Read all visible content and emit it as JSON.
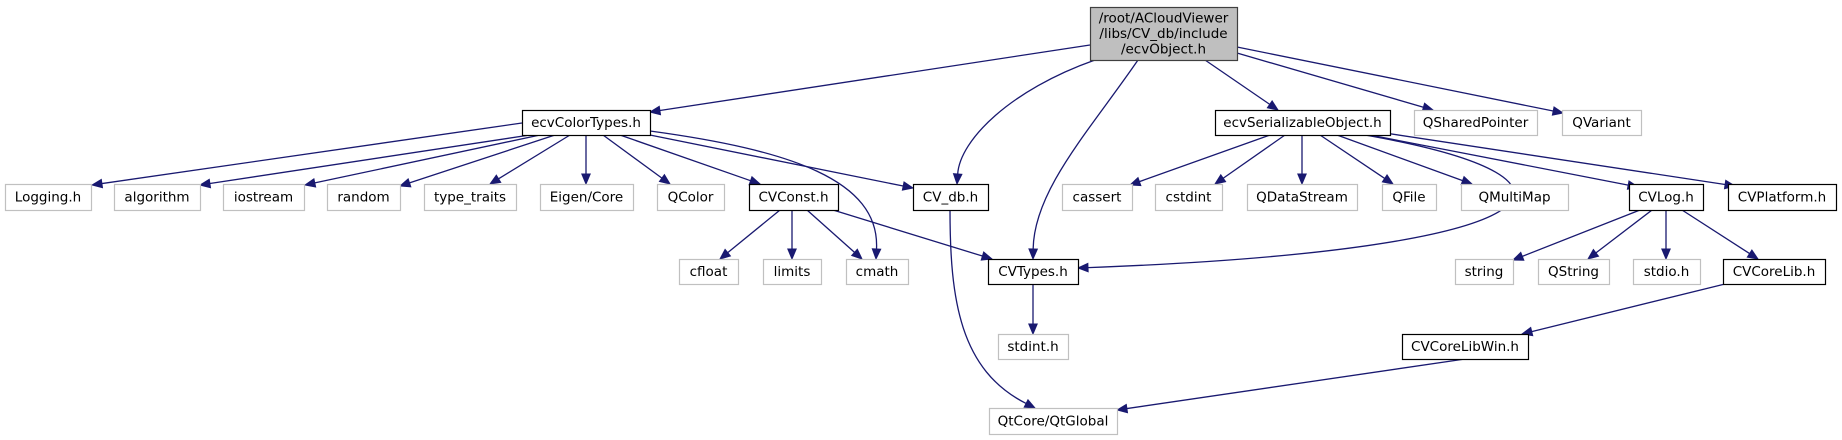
{
  "diagram": {
    "type": "include-dependency-graph",
    "colors": {
      "edge": "#191970",
      "root_fill": "#bfbfbf",
      "root_border": "#404040",
      "local_border": "#000000",
      "external_border": "#c0c0c0"
    },
    "nodes": [
      {
        "id": "root",
        "kind": "root",
        "lines": [
          "/root/ACloudViewer",
          "/libs/CV_db/include",
          "/ecvObject.h"
        ]
      },
      {
        "id": "ecvColorTypes",
        "kind": "local",
        "lines": [
          "ecvColorTypes.h"
        ]
      },
      {
        "id": "ecvSerializableObject",
        "kind": "local",
        "lines": [
          "ecvSerializableObject.h"
        ]
      },
      {
        "id": "QSharedPointer",
        "kind": "external",
        "lines": [
          "QSharedPointer"
        ]
      },
      {
        "id": "QVariant",
        "kind": "external",
        "lines": [
          "QVariant"
        ]
      },
      {
        "id": "Logging",
        "kind": "external",
        "lines": [
          "Logging.h"
        ]
      },
      {
        "id": "algorithm",
        "kind": "external",
        "lines": [
          "algorithm"
        ]
      },
      {
        "id": "iostream",
        "kind": "external",
        "lines": [
          "iostream"
        ]
      },
      {
        "id": "random",
        "kind": "external",
        "lines": [
          "random"
        ]
      },
      {
        "id": "type_traits",
        "kind": "external",
        "lines": [
          "type_traits"
        ]
      },
      {
        "id": "EigenCore",
        "kind": "external",
        "lines": [
          "Eigen/Core"
        ]
      },
      {
        "id": "QColor",
        "kind": "external",
        "lines": [
          "QColor"
        ]
      },
      {
        "id": "CVConst",
        "kind": "local",
        "lines": [
          "CVConst.h"
        ]
      },
      {
        "id": "CV_db",
        "kind": "local",
        "lines": [
          "CV_db.h"
        ]
      },
      {
        "id": "cassert",
        "kind": "external",
        "lines": [
          "cassert"
        ]
      },
      {
        "id": "cstdint",
        "kind": "external",
        "lines": [
          "cstdint"
        ]
      },
      {
        "id": "QDataStream",
        "kind": "external",
        "lines": [
          "QDataStream"
        ]
      },
      {
        "id": "QFile",
        "kind": "external",
        "lines": [
          "QFile"
        ]
      },
      {
        "id": "QMultiMap",
        "kind": "external",
        "lines": [
          "QMultiMap"
        ]
      },
      {
        "id": "CVLog",
        "kind": "local",
        "lines": [
          "CVLog.h"
        ]
      },
      {
        "id": "CVPlatform",
        "kind": "local",
        "lines": [
          "CVPlatform.h"
        ]
      },
      {
        "id": "cfloat",
        "kind": "external",
        "lines": [
          "cfloat"
        ]
      },
      {
        "id": "limits",
        "kind": "external",
        "lines": [
          "limits"
        ]
      },
      {
        "id": "cmath",
        "kind": "external",
        "lines": [
          "cmath"
        ]
      },
      {
        "id": "CVTypes",
        "kind": "local",
        "lines": [
          "CVTypes.h"
        ]
      },
      {
        "id": "string",
        "kind": "external",
        "lines": [
          "string"
        ]
      },
      {
        "id": "QString",
        "kind": "external",
        "lines": [
          "QString"
        ]
      },
      {
        "id": "stdio",
        "kind": "external",
        "lines": [
          "stdio.h"
        ]
      },
      {
        "id": "CVCoreLib",
        "kind": "local",
        "lines": [
          "CVCoreLib.h"
        ]
      },
      {
        "id": "stdint",
        "kind": "external",
        "lines": [
          "stdint.h"
        ]
      },
      {
        "id": "CVCoreLibWin",
        "kind": "local",
        "lines": [
          "CVCoreLibWin.h"
        ]
      },
      {
        "id": "QtGlobal",
        "kind": "external",
        "lines": [
          "QtCore/QtGlobal"
        ]
      }
    ],
    "edges": [
      {
        "from": "root",
        "to": "ecvColorTypes"
      },
      {
        "from": "root",
        "to": "CV_db"
      },
      {
        "from": "root",
        "to": "CVTypes"
      },
      {
        "from": "root",
        "to": "ecvSerializableObject"
      },
      {
        "from": "root",
        "to": "QSharedPointer"
      },
      {
        "from": "root",
        "to": "QVariant"
      },
      {
        "from": "ecvColorTypes",
        "to": "Logging"
      },
      {
        "from": "ecvColorTypes",
        "to": "algorithm"
      },
      {
        "from": "ecvColorTypes",
        "to": "iostream"
      },
      {
        "from": "ecvColorTypes",
        "to": "random"
      },
      {
        "from": "ecvColorTypes",
        "to": "type_traits"
      },
      {
        "from": "ecvColorTypes",
        "to": "EigenCore"
      },
      {
        "from": "ecvColorTypes",
        "to": "QColor"
      },
      {
        "from": "ecvColorTypes",
        "to": "CVConst"
      },
      {
        "from": "ecvColorTypes",
        "to": "CV_db"
      },
      {
        "from": "ecvColorTypes",
        "to": "cmath"
      },
      {
        "from": "CVConst",
        "to": "cfloat"
      },
      {
        "from": "CVConst",
        "to": "limits"
      },
      {
        "from": "CVConst",
        "to": "cmath"
      },
      {
        "from": "CVConst",
        "to": "CVTypes"
      },
      {
        "from": "CV_db",
        "to": "QtGlobal"
      },
      {
        "from": "CVTypes",
        "to": "stdint"
      },
      {
        "from": "ecvSerializableObject",
        "to": "cassert"
      },
      {
        "from": "ecvSerializableObject",
        "to": "cstdint"
      },
      {
        "from": "ecvSerializableObject",
        "to": "QDataStream"
      },
      {
        "from": "ecvSerializableObject",
        "to": "QFile"
      },
      {
        "from": "ecvSerializableObject",
        "to": "QMultiMap"
      },
      {
        "from": "ecvSerializableObject",
        "to": "CVTypes"
      },
      {
        "from": "ecvSerializableObject",
        "to": "CVLog"
      },
      {
        "from": "ecvSerializableObject",
        "to": "CVPlatform"
      },
      {
        "from": "CVLog",
        "to": "string"
      },
      {
        "from": "CVLog",
        "to": "QString"
      },
      {
        "from": "CVLog",
        "to": "stdio"
      },
      {
        "from": "CVLog",
        "to": "CVCoreLib"
      },
      {
        "from": "CVCoreLib",
        "to": "CVCoreLibWin"
      },
      {
        "from": "CVCoreLibWin",
        "to": "QtGlobal"
      }
    ]
  }
}
